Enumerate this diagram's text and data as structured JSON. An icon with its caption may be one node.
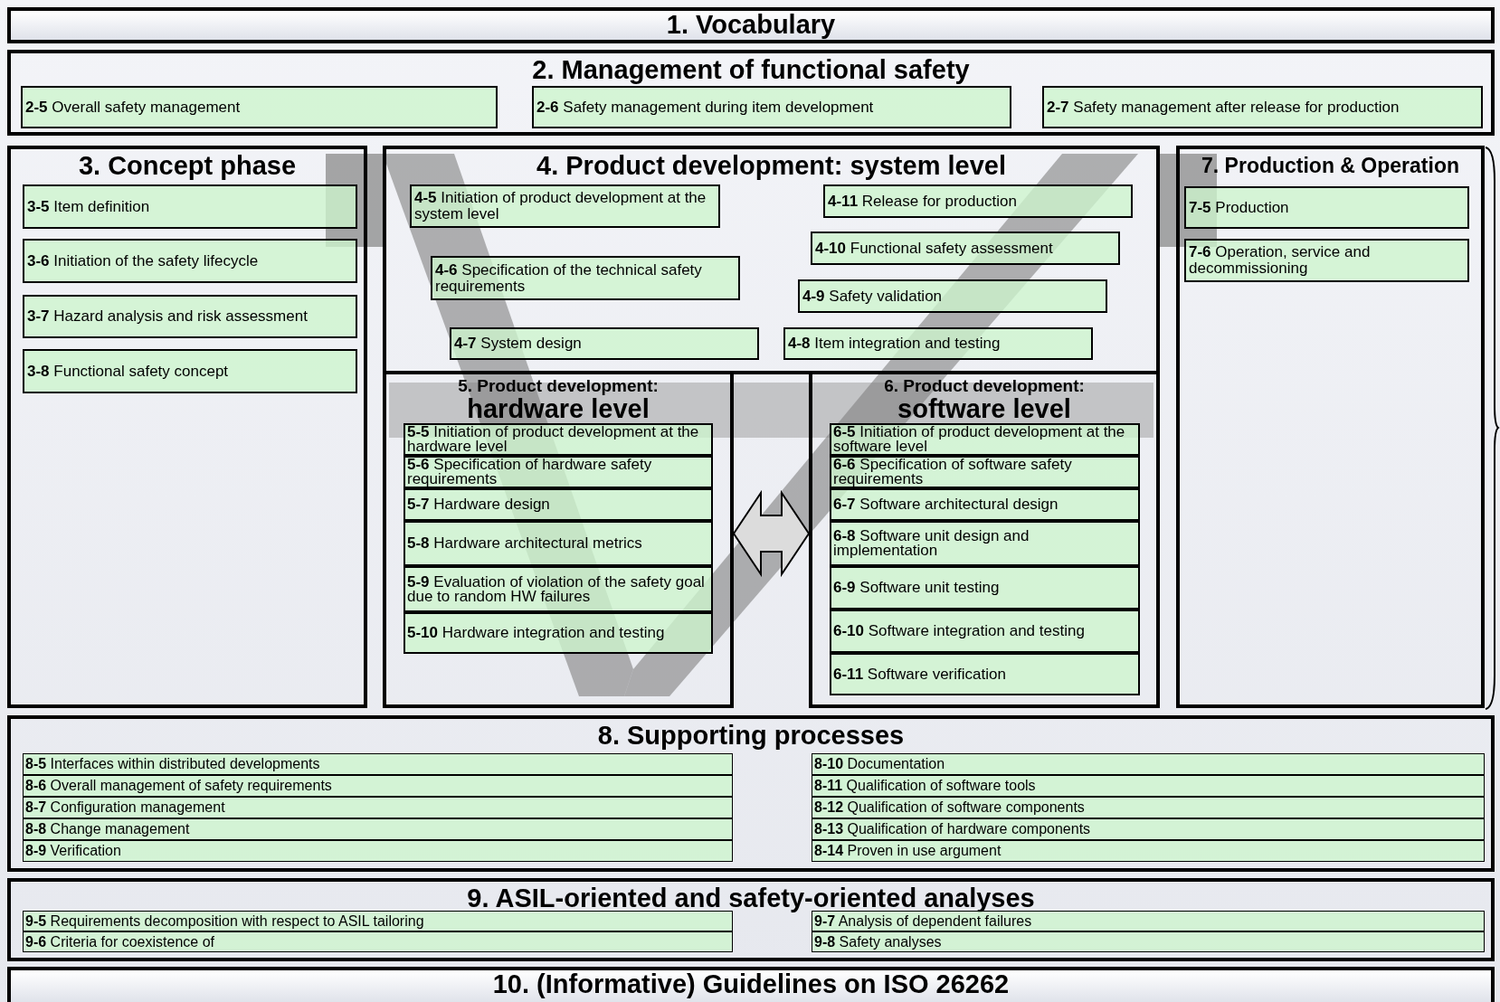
{
  "diagram": {
    "nodes": [
      {
        "text": [
          "1. Vocabulary"
        ]
      },
      {
        "text": [
          "2. Management of functional safety"
        ]
      },
      {
        "text": [
          "**2-5** Overall safety management"
        ],
        "in": 1
      },
      {
        "text": [
          "**2-6** Safety management during item development"
        ],
        "in": 1
      },
      {
        "text": [
          "**2-7** Safety management after release for production"
        ],
        "in": 1
      },
      {
        "text": [
          "3. Concept phase"
        ]
      },
      {
        "text": [
          "**3-5** Item definition"
        ],
        "in": 5
      },
      {
        "text": [
          "**3-6** Initiation of the safety lifecycle"
        ],
        "in": 5
      },
      {
        "text": [
          "**3-7** Hazard analysis and risk assessment"
        ],
        "in": 5
      },
      {
        "text": [
          "**3-8** Functional safety concept"
        ],
        "in": 5
      },
      {
        "text": [
          "4. Product development: system level"
        ]
      },
      {
        "text": [
          "**4-5** Initiation of product development at the system level"
        ],
        "in": 10
      },
      {
        "text": [
          "**4-6** Specification of the technical safety requirements"
        ],
        "in": 10
      },
      {
        "text": [
          "**4-7** System design"
        ],
        "in": 10
      },
      {
        "text": [
          "**4-8** Item integration and testing"
        ],
        "in": 10
      },
      {
        "text": [
          "**4-9** Safety validation"
        ],
        "in": 10
      },
      {
        "text": [
          "**4-10** Functional safety assessment"
        ],
        "in": 10
      },
      {
        "text": [
          "**4-11** Release for production"
        ],
        "in": 10
      },
      {
        "text": [
          "5. Product development:",
          "hardware level"
        ]
      },
      {
        "text": [
          "**5-5** Initiation of product development at the hardware level"
        ],
        "in": 18
      },
      {
        "text": [
          "**5-6** Specification of hardware safety requirements"
        ],
        "in": 18
      },
      {
        "text": [
          "**5-7** Hardware design"
        ],
        "in": 18
      },
      {
        "text": [
          "**5-8** Hardware architectural metrics"
        ],
        "in": 18
      },
      {
        "text": [
          "**5-9** Evaluation of violation of the safety goal due to random HW failures"
        ],
        "in": 18
      },
      {
        "text": [
          "**5-10** Hardware integration and testing"
        ],
        "in": 18
      },
      {
        "text": [
          "6. Product development:",
          "software level"
        ]
      },
      {
        "text": [
          "**6-5** Initiation of product development at the software level"
        ],
        "in": 25
      },
      {
        "text": [
          "**6-6** Specification of software safety requirements"
        ],
        "in": 25
      },
      {
        "text": [
          "**6-7** Software architectural design"
        ],
        "in": 25
      },
      {
        "text": [
          "**6-8** Software unit design and implementation"
        ],
        "in": 25
      },
      {
        "text": [
          "**6-9** Software unit testing"
        ],
        "in": 25
      },
      {
        "text": [
          "**6-10** Software integration and testing"
        ],
        "in": 25
      },
      {
        "text": [
          "**6-11** Software verification"
        ],
        "in": 25
      },
      {
        "text": [
          "7. Production & Operation"
        ]
      },
      {
        "text": [
          "**7-5** Production"
        ],
        "in": 33
      },
      {
        "text": [
          "**7-6** Operation, service and decommissioning"
        ],
        "in": 33
      },
      {
        "text": [
          "8. Supporting processes"
        ]
      },
      {
        "text": [
          "**8-5** Interfaces within distributed developments"
        ],
        "in": 36
      },
      {
        "text": [
          "**8-6** Overall management of safety requirements"
        ],
        "in": 36
      },
      {
        "text": [
          "**8-7** Configuration management"
        ],
        "in": 36
      },
      {
        "text": [
          "**8-8** Change management"
        ],
        "in": 36
      },
      {
        "text": [
          "**8-9** Verification"
        ],
        "in": 36
      },
      {
        "text": [
          "**8-10** Documentation"
        ],
        "in": 36
      },
      {
        "text": [
          "**8-11** Qualification of software tools"
        ],
        "in": 36
      },
      {
        "text": [
          "**8-12** Qualification of software components"
        ],
        "in": 36
      },
      {
        "text": [
          "**8-13** Qualification of hardware components"
        ],
        "in": 36
      },
      {
        "text": [
          "**8-14** Proven in use argument"
        ],
        "in": 36
      },
      {
        "text": [
          "9. ASIL-oriented and safety-oriented analyses"
        ]
      },
      {
        "text": [
          "**9-5** Requirements decomposition with respect to ASIL tailoring"
        ],
        "in": 47
      },
      {
        "text": [
          "**9-6** Criteria for coexistence of"
        ],
        "in": 47
      },
      {
        "text": [
          "**9-7** Analysis of dependent failures"
        ],
        "in": 47
      },
      {
        "text": [
          "**9-8** Safety analyses"
        ],
        "in": 47
      },
      {
        "text": [
          "10. (Informative) Guidelines on ISO 26262"
        ]
      }
    ],
    "edges": [
      {
        "from": 18,
        "to": 25,
        "arrow": "both"
      }
    ]
  }
}
